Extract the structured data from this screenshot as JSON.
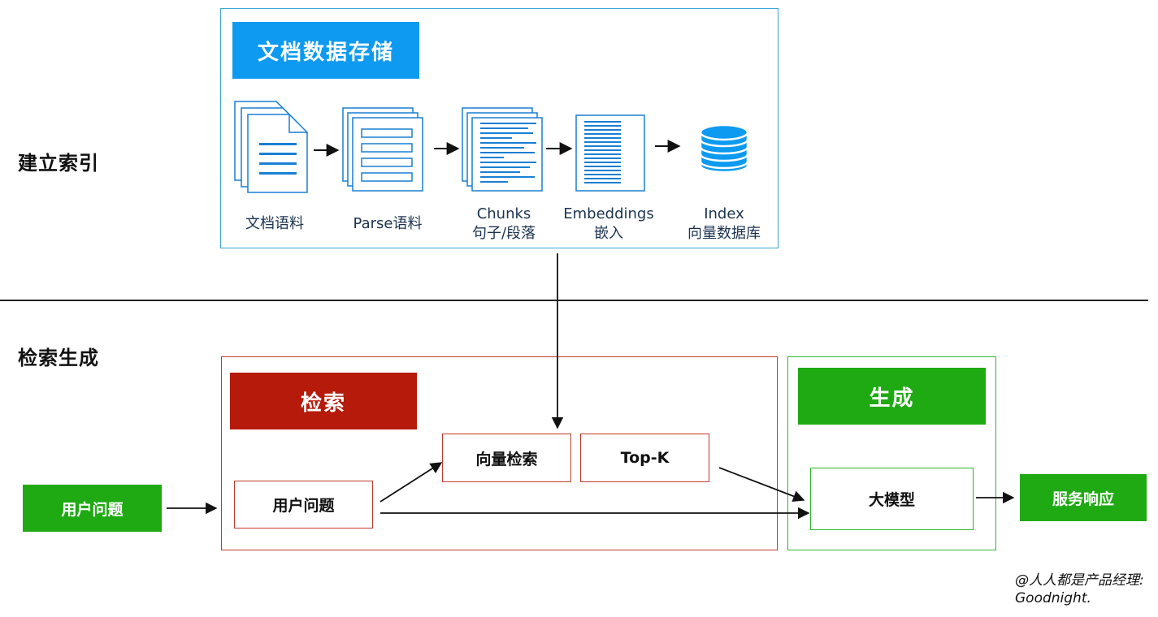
{
  "sections": {
    "indexing": "建立索引",
    "retrieval_generation": "检索生成"
  },
  "storage": {
    "title": "文档数据存储",
    "steps": [
      {
        "line1": "文档语料",
        "line2": ""
      },
      {
        "line1": "Parse语料",
        "line2": ""
      },
      {
        "line1": "Chunks",
        "line2": "句子/段落"
      },
      {
        "line1": "Embeddings",
        "line2": "嵌入"
      },
      {
        "line1": "Index",
        "line2": "向量数据库"
      }
    ]
  },
  "retrieval": {
    "title": "检索",
    "user_question": "用户问题",
    "vector_search": "向量检索",
    "topk": "Top-K"
  },
  "generation": {
    "title": "生成",
    "llm": "大模型"
  },
  "input": "用户问题",
  "output": "服务响应",
  "watermark": {
    "line1": "@人人都是产品经理:",
    "line2": "Goodnight."
  },
  "colors": {
    "storage_accent": "#0d9af0",
    "retrieval_accent": "#b51a0a",
    "generation_accent": "#1faa13"
  }
}
